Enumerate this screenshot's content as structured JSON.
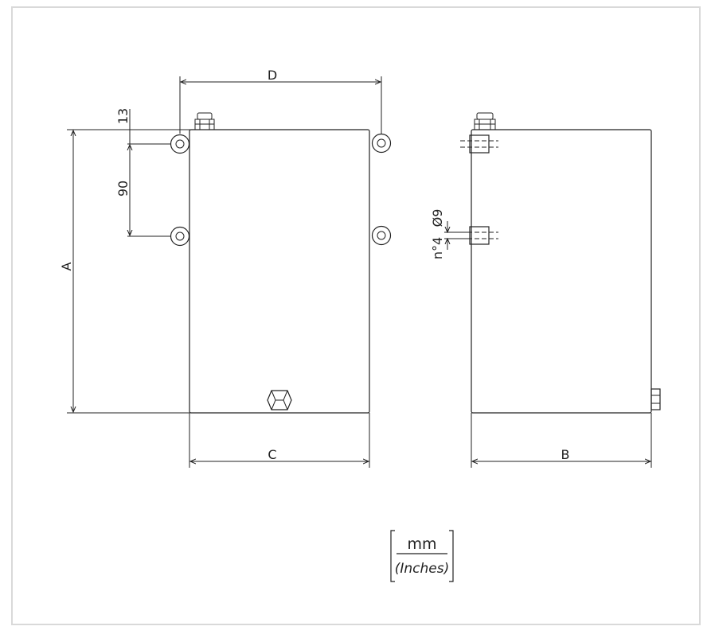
{
  "dimensions": {
    "A": "A",
    "B": "B",
    "C": "C",
    "D": "D",
    "top_offset": "13",
    "hole_spacing": "90",
    "hole_count_label": "n°4",
    "hole_diameter": "Ø9"
  },
  "units": {
    "primary": "mm",
    "secondary": "(Inches)"
  },
  "colors": {
    "line": "#222222",
    "frame": "#d9d9d9",
    "background": "#ffffff"
  }
}
